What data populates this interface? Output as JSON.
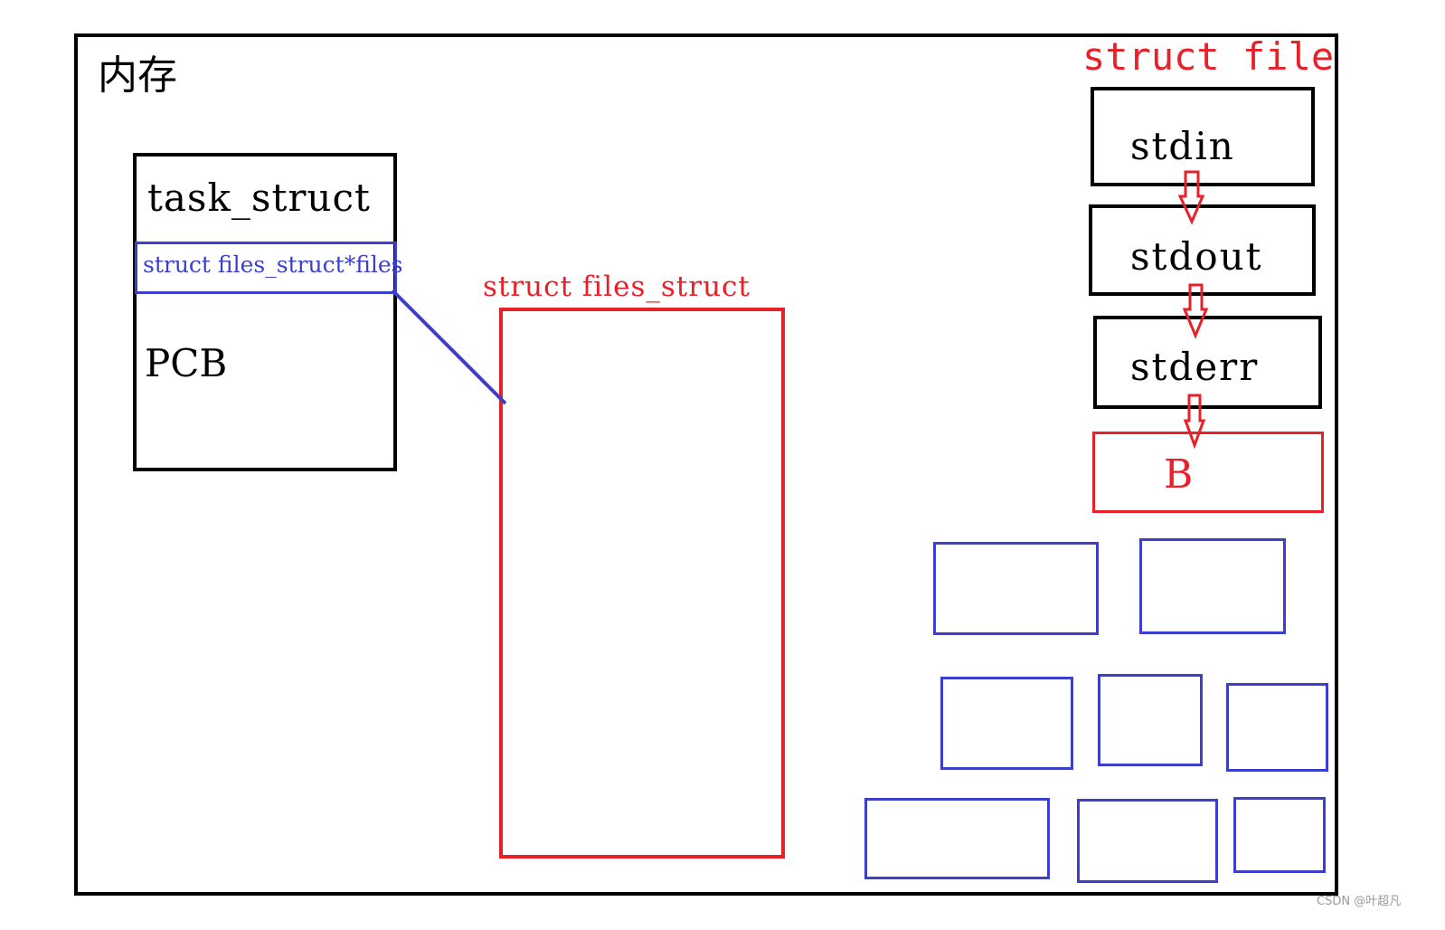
{
  "diagram": {
    "memory_title": "内存",
    "pcb": {
      "task_struct_label": "task_struct",
      "files_pointer_label": "struct files_struct*files",
      "pcb_label": "PCB"
    },
    "files_struct": {
      "title": "struct files_struct"
    },
    "struct_file": {
      "title": "struct file",
      "nodes": [
        "stdin",
        "stdout",
        "stderr"
      ],
      "last_node": "B"
    },
    "colors": {
      "black": "#000000",
      "red": "#e8202a",
      "blue": "#3b3fcc"
    }
  },
  "watermark": "CSDN @叶超凡"
}
